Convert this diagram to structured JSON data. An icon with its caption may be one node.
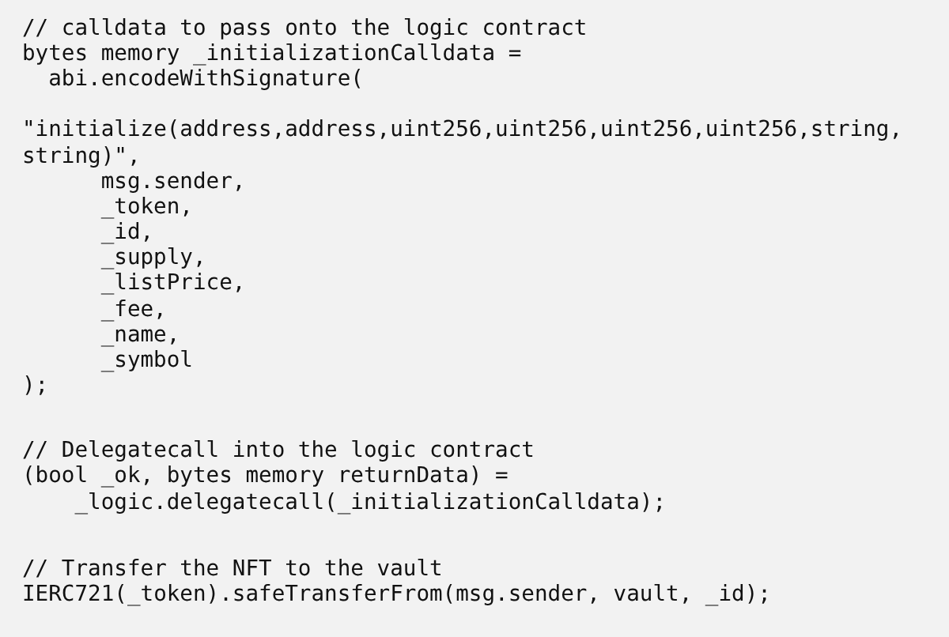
{
  "diagram": {
    "labels": [
      "// calldata to pass onto the logic contract",
      "bytes memory _initializationCalldata =",
      "abi.encodeWithSignature(",
      "\"initialize(address,address,uint256,uint256,uint256,uint256,string,string)\",",
      "msg.sender,",
      "_token,",
      "_id,",
      "_supply,",
      "_listPrice,",
      "_fee,",
      "_name,",
      "_symbol",
      ");",
      "// Delegatecall into the logic contract",
      "(bool _ok, bytes memory returnData) =",
      "_logic.delegatecall(_initializationCalldata);",
      "// Transfer the NFT to the vault",
      "IERC721(_token).safeTransferFrom(msg.sender, vault, _id);"
    ]
  }
}
